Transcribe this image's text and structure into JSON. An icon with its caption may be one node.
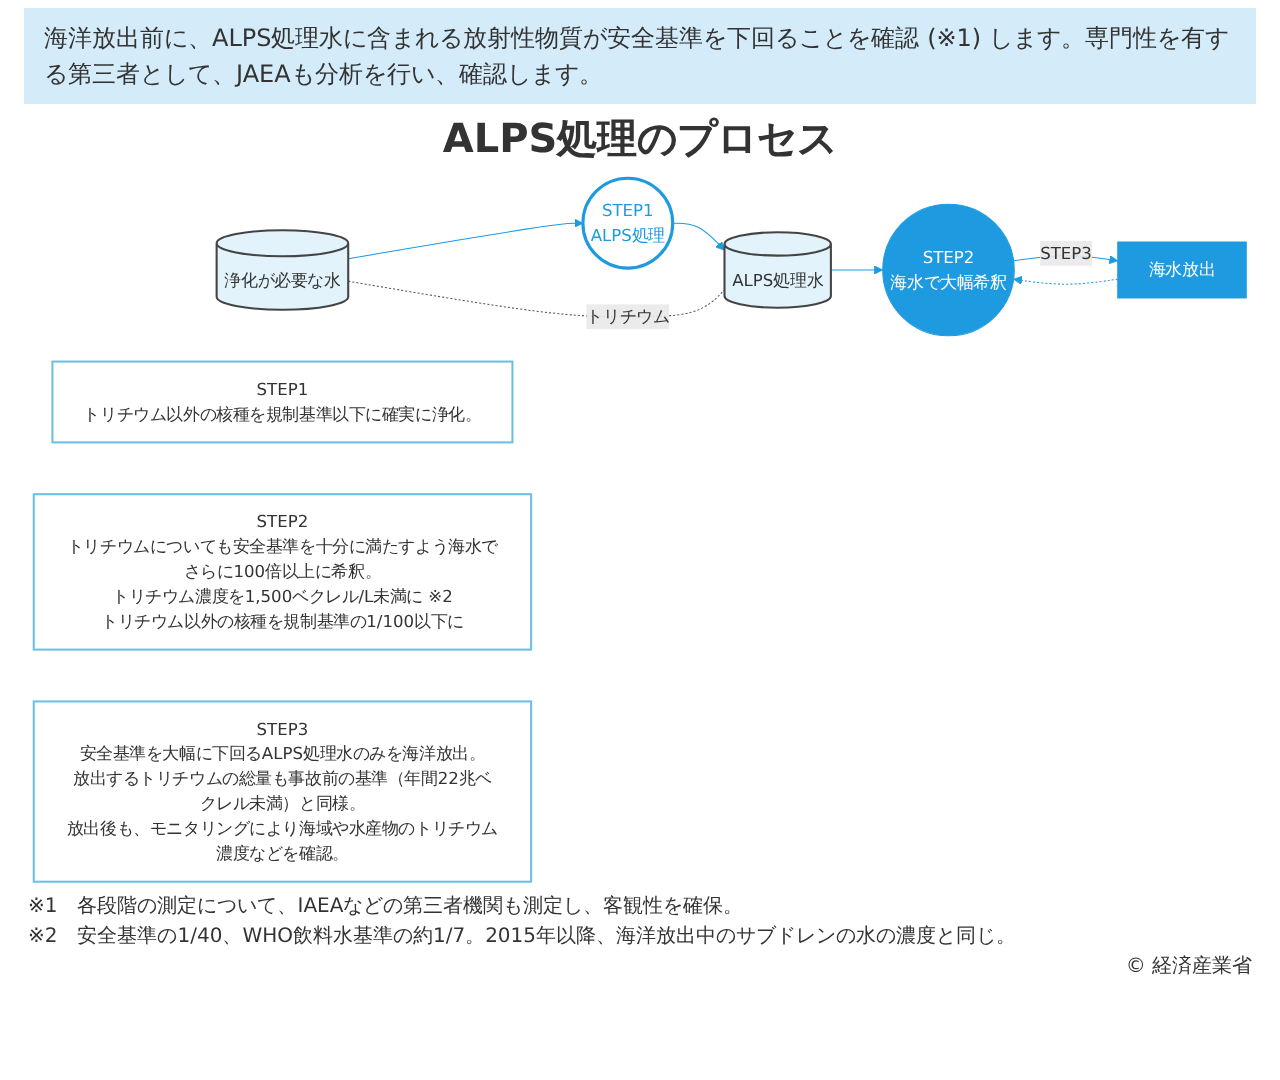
{
  "diagram": {
    "title": "ALPS処理のプロセス",
    "nodes": [
      {
        "text": [
          "浄化が必要な水"
        ]
      },
      {
        "text": [
          "STEP1",
          "ALPS処理"
        ]
      },
      {
        "text": [
          "ALPS処理水"
        ]
      },
      {
        "text": [
          "STEP2",
          "海水で大幅希釈"
        ]
      },
      {
        "text": [
          "海水放出"
        ]
      },
      {
        "text": [
          "STEP1",
          "トリチウム以外の核種を規制基準以下に確実に浄化。"
        ]
      },
      {
        "text": [
          "STEP2",
          "トリチウムについても安全基準を十分に満たすよう海水でさらに100倍以上に希釈。",
          "トリチウム濃度を1,500ベクレル/L未満に ※2",
          "トリチウム以外の核種を規制基準の1/100以下に"
        ]
      },
      {
        "text": [
          "STEP3",
          "安全基準を大幅に下回るALPS処理水のみを海洋放出。",
          "放出するトリチウムの総量も事故前の基準（年間22兆ベクレル未満）と同様。",
          "放出後も、モニタリングにより海域や水産物のトリチウム濃度などを確認。"
        ]
      }
    ],
    "edges": [
      {
        "from": 0,
        "to": 1,
        "arrow": "to"
      },
      {
        "from": 1,
        "to": 2,
        "arrow": "to"
      },
      {
        "from": 2,
        "to": 3,
        "arrow": "to"
      },
      {
        "from": 3,
        "to": 4,
        "arrow": "to",
        "label": "STEP3"
      },
      {
        "from": 4,
        "to": 3,
        "arrow": "to",
        "style": "dashed"
      },
      {
        "from": 0,
        "to": 2,
        "arrow": "none",
        "label": "トリチウム",
        "style": "dashed",
        "color": "#555555"
      }
    ],
    "labels": [
      "海洋放出前に、ALPS処理水に含まれる放射性物質が安全基準を下回ることを確認 (※1) します。専門性を有する第三者として、JAEAも分析を行い、確認します。",
      "※1　各段階の測定について、IAEAなどの第三者機関も測定し、客観性を確保。",
      "※2　安全基準の1/40、WHO飲料水基準の約1/7。2015年以降、海洋放出中のサブドレンの水の濃度と同じ。",
      "© 経済産業省"
    ]
  }
}
